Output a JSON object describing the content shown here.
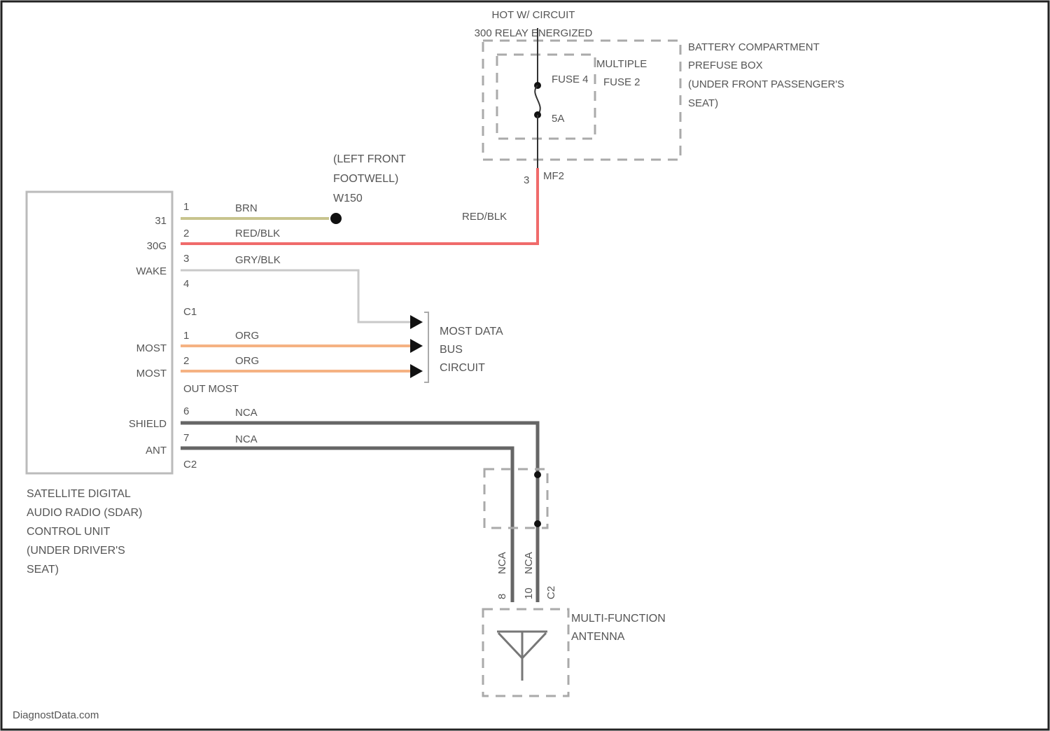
{
  "hot_circuit": [
    "HOT W/ CIRCUIT",
    "300 RELAY ENERGIZED"
  ],
  "fuse_box": {
    "label": [
      "BATTERY COMPARTMENT",
      "PREFUSE BOX",
      "(UNDER FRONT PASSENGER'S",
      "SEAT)"
    ],
    "multiple_fuse": [
      "MULTIPLE",
      "FUSE 2"
    ],
    "fuse_label": "FUSE 4",
    "fuse_rating": "5A",
    "pin": "3",
    "connector": "MF2"
  },
  "ground": {
    "label": [
      "(LEFT FRONT",
      "FOOTWELL)",
      "W150"
    ]
  },
  "sdar_unit": {
    "label": [
      "SATELLITE DIGITAL",
      "AUDIO RADIO (SDAR)",
      "CONTROL UNIT",
      "(UNDER DRIVER'S",
      "SEAT)"
    ],
    "connector_c1": "C1",
    "connector_c2": "C2",
    "out_most": "OUT MOST"
  },
  "pins": [
    {
      "name": "31",
      "pin": "1",
      "wire": "BRN"
    },
    {
      "name": "30G",
      "pin": "2",
      "wire": "RED/BLK"
    },
    {
      "name": "WAKE",
      "pin": "3",
      "wire": "GRY/BLK"
    },
    {
      "name": "",
      "pin": "4",
      "wire": ""
    },
    {
      "name": "MOST",
      "pin": "1",
      "wire": "ORG"
    },
    {
      "name": "MOST",
      "pin": "2",
      "wire": "ORG"
    },
    {
      "name": "SHIELD",
      "pin": "6",
      "wire": "NCA"
    },
    {
      "name": "ANT",
      "pin": "7",
      "wire": "NCA"
    }
  ],
  "feed_wire_label": "RED/BLK",
  "most_bus": [
    "MOST DATA",
    "BUS",
    "CIRCUIT"
  ],
  "antenna": {
    "label": [
      "MULTI-FUNCTION",
      "ANTENNA"
    ],
    "wire_left": "NCA",
    "wire_right": "NCA",
    "pin_left": "8",
    "pin_right": "10",
    "connector": "C2"
  },
  "watermark": "DiagnostData.com",
  "colors": {
    "brn": "#c8c48e",
    "red": "#f06b6b",
    "gry": "#c9c9c9",
    "org": "#f5b283",
    "nca": "#666666",
    "black": "#111111"
  }
}
